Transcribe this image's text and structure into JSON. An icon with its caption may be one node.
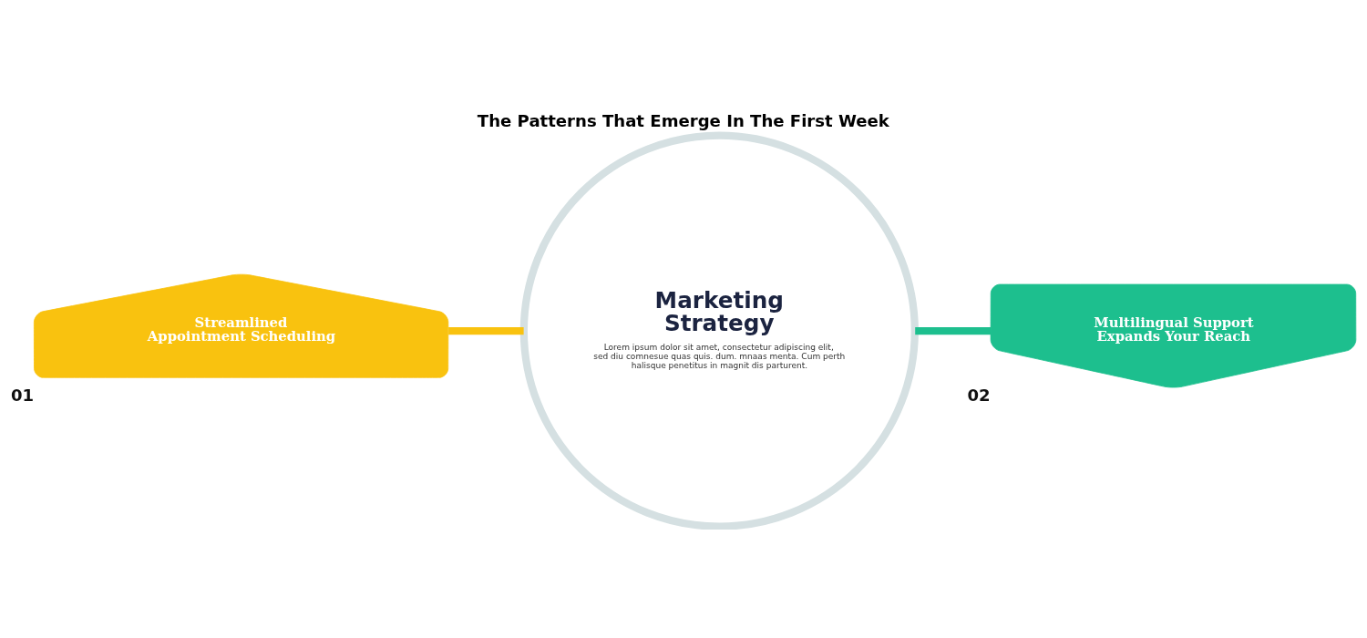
{
  "diagram": {
    "title": "The Patterns That Emerge In The First Week",
    "nodes": [
      {
        "text": [
          "Marketing Strategy",
          "Lorem ipsum dolor sit amet, consectetur adipiscing elit, sed diu comnesue quas quis. dum. mnaas menta. Cum perth halisque penetitus in magnit dis parturent."
        ]
      },
      {
        "text": [
          "Streamlined Appointment Scheduling"
        ],
        "beside": [
          "01"
        ]
      },
      {
        "text": [
          "Multilingual Support Expands Your Reach"
        ],
        "beside": [
          "02"
        ]
      }
    ],
    "edges": [
      {
        "from": 1,
        "to": 0,
        "arrow": "none",
        "color": "#f9c20f"
      },
      {
        "from": 0,
        "to": 2,
        "arrow": "none",
        "color": "#1dbf8e"
      }
    ]
  }
}
